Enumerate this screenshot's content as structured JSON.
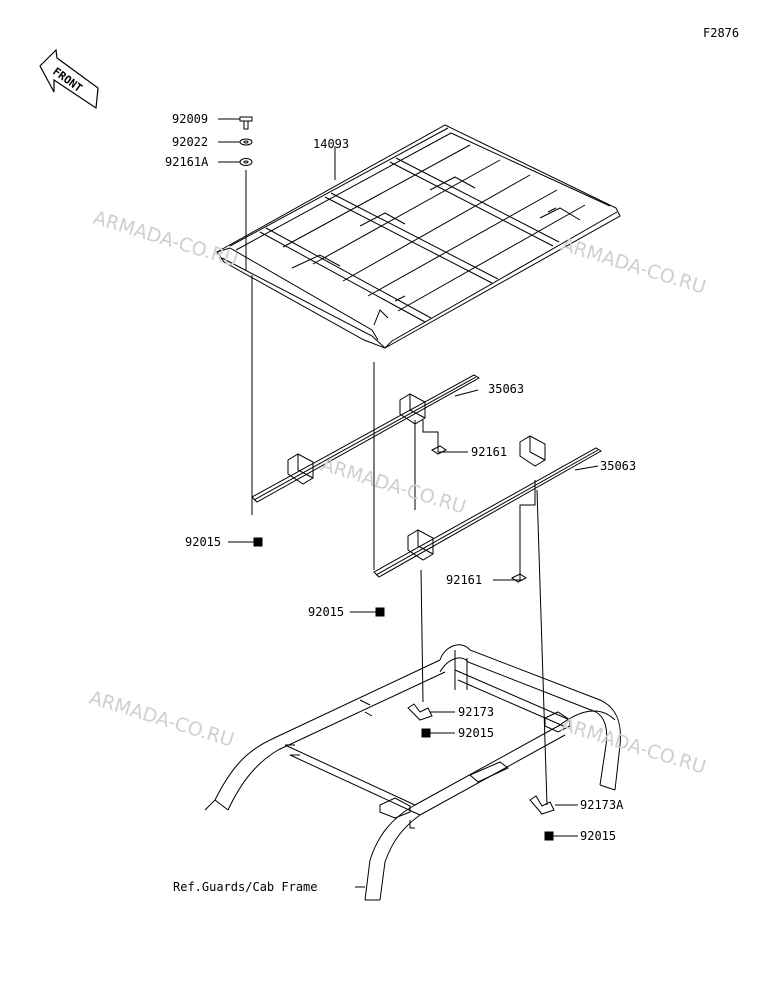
{
  "figure_code": "F2876",
  "front_label": "FRONT",
  "watermark": "ARMADA-CO.RU",
  "parts": {
    "bolt": "92009",
    "washer": "92022",
    "washer_a": "92161A",
    "roof": "14093",
    "bracket_upper": "35063",
    "bracket_lower": "35063",
    "pad_upper": "92161",
    "pad_lower": "92161",
    "nut_left": "92015",
    "nut_mid": "92015",
    "clamp": "92173",
    "nut_clamp": "92015",
    "clamp_a": "92173A",
    "nut_clamp_a": "92015"
  },
  "ref_note": "Ref.Guards/Cab Frame"
}
